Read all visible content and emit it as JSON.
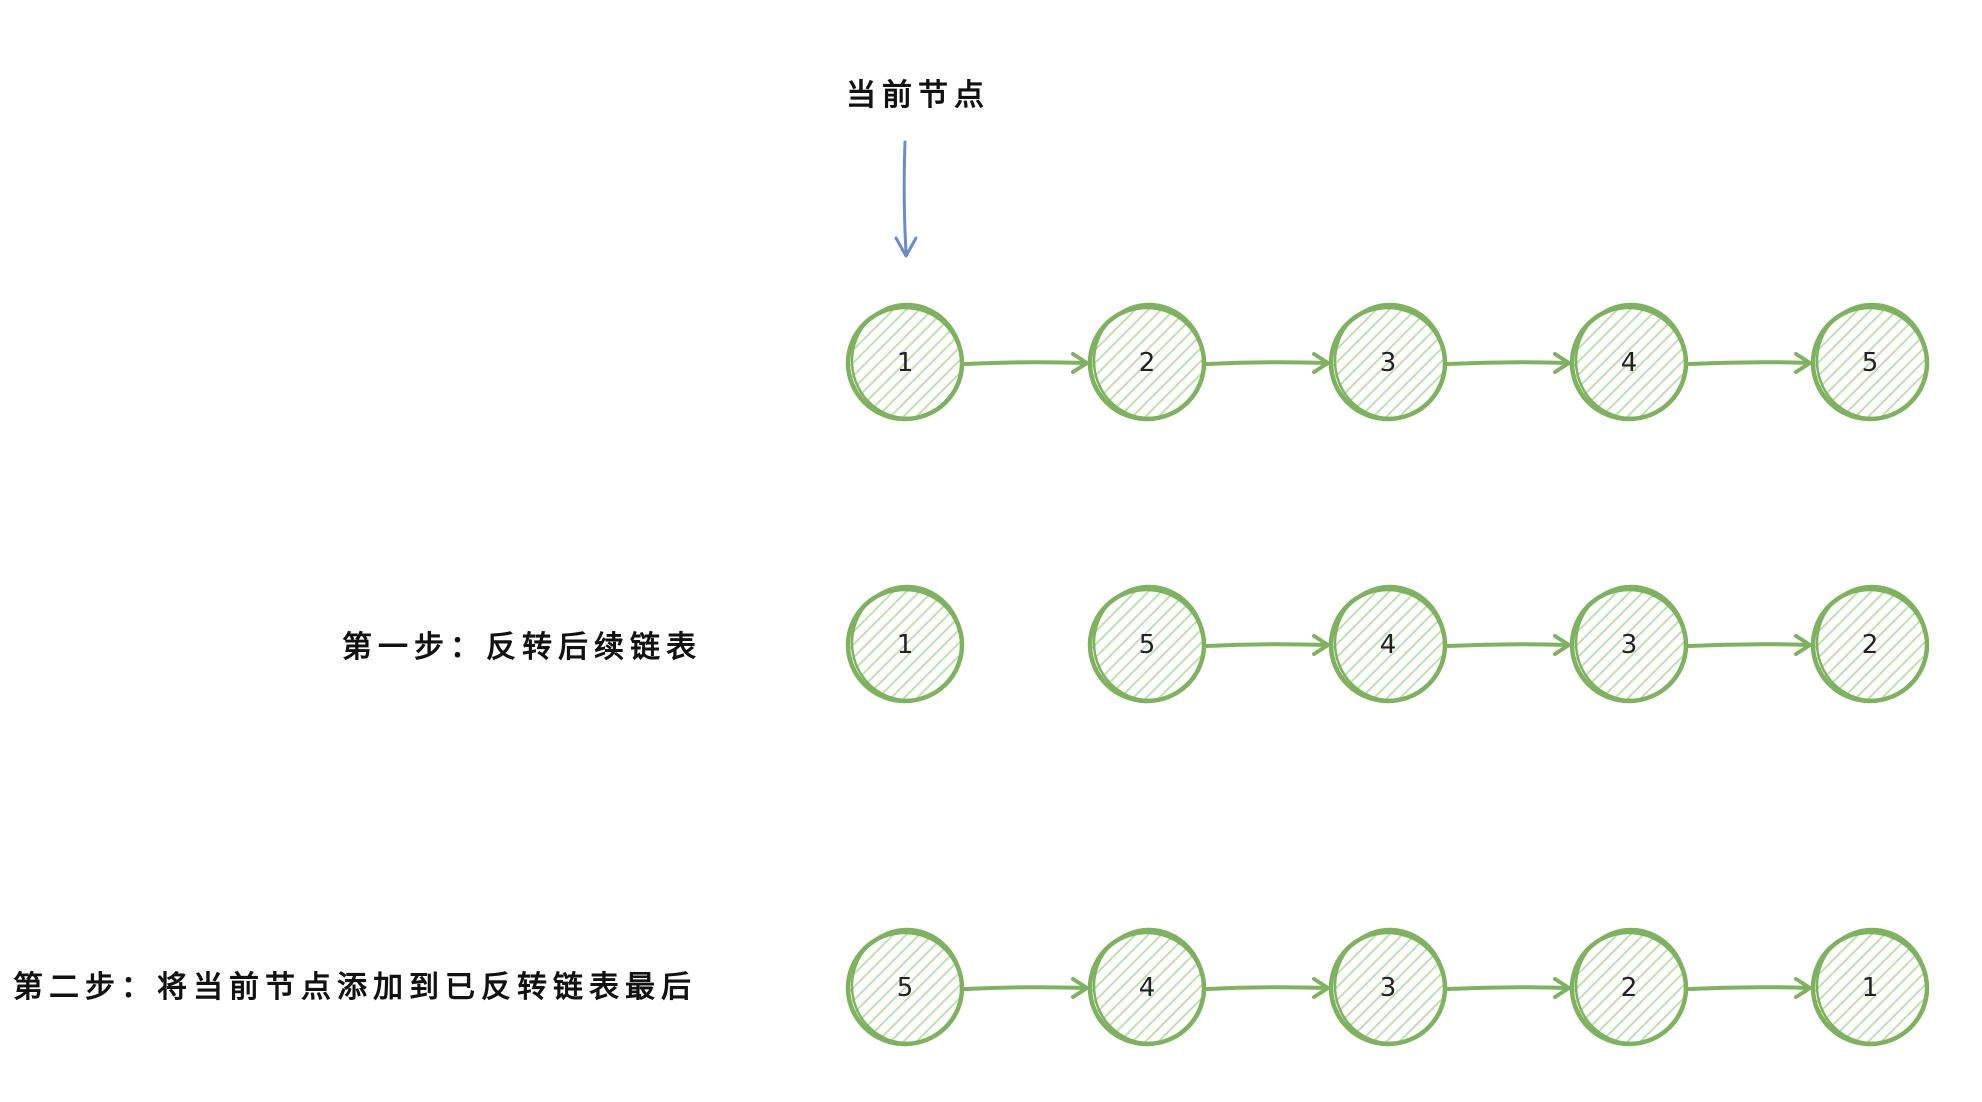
{
  "current_node_label": "当前节点",
  "colors": {
    "node_stroke": "#7fb25e",
    "node_hatch": "#bfe0b0",
    "arrow": "#7fb25e",
    "pointer": "#6a8cc7"
  },
  "rows": [
    {
      "label": "",
      "nodes": [
        "1",
        "2",
        "3",
        "4",
        "5"
      ],
      "links": [
        true,
        true,
        true,
        true
      ]
    },
    {
      "label": "第一步：反转后续链表",
      "nodes": [
        "1",
        "5",
        "4",
        "3",
        "2"
      ],
      "links": [
        false,
        true,
        true,
        true
      ]
    },
    {
      "label": "第二步：将当前节点添加到已反转链表最后",
      "nodes": [
        "5",
        "4",
        "3",
        "2",
        "1"
      ],
      "links": [
        true,
        true,
        true,
        true
      ]
    }
  ]
}
